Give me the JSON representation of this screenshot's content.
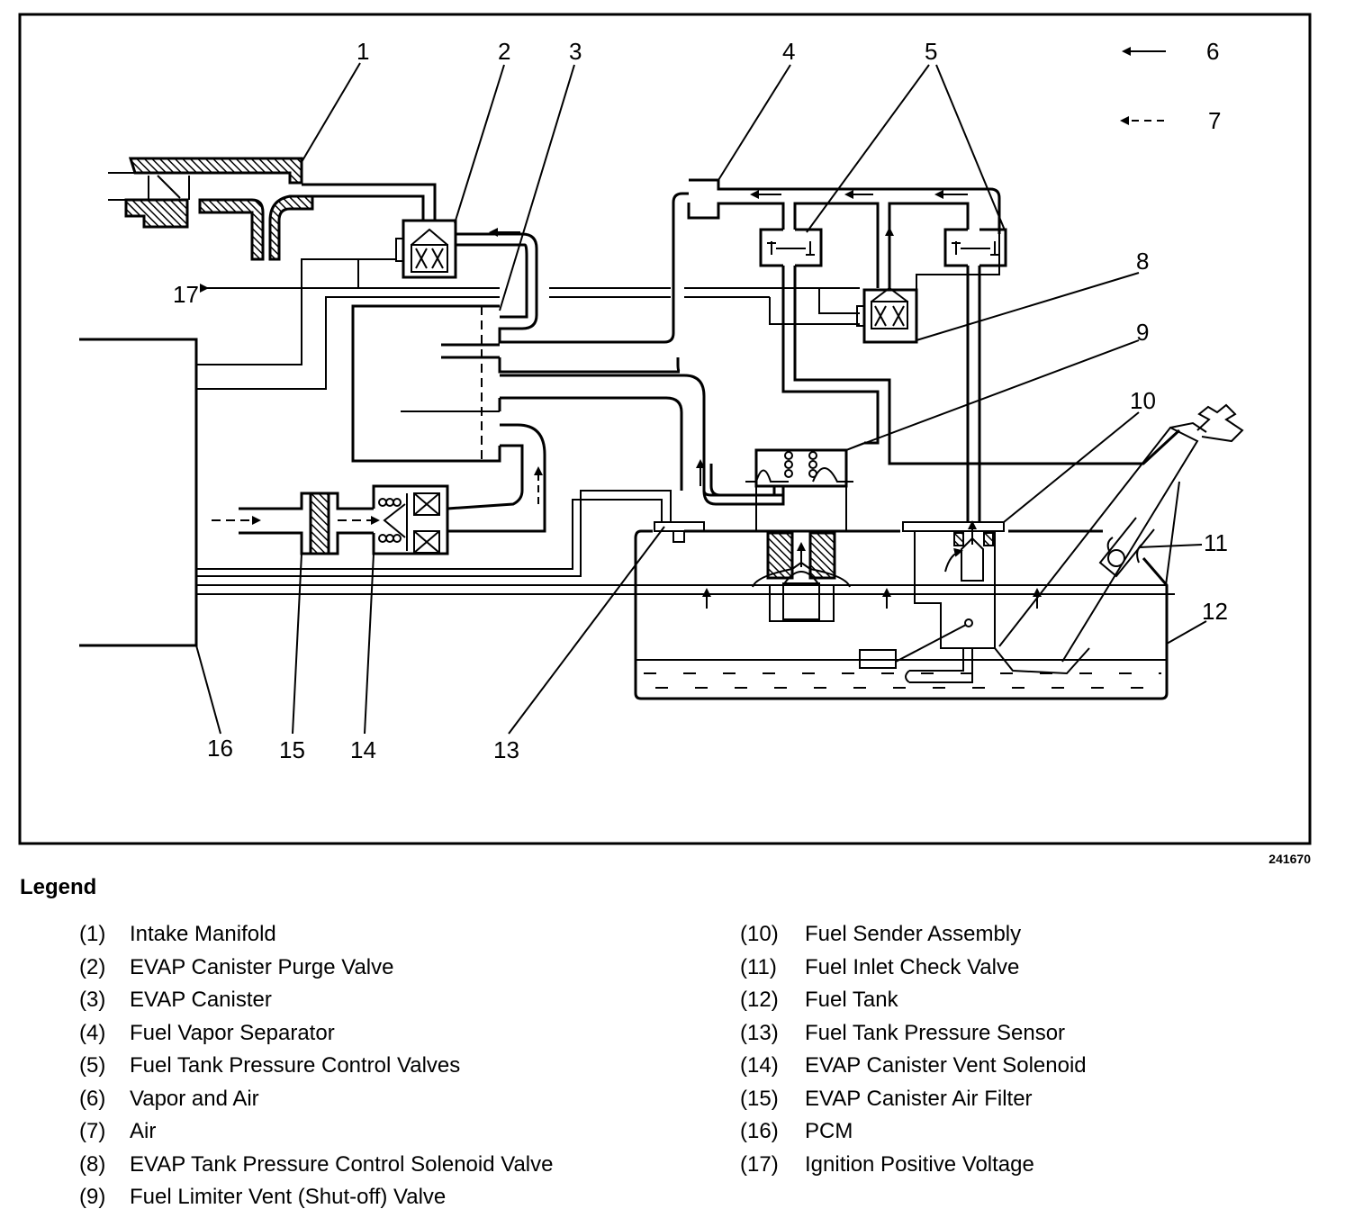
{
  "diagram": {
    "title": "EVAP System Schematic",
    "figure_id": "241670",
    "flow_key": [
      {
        "callout": "6",
        "line_style": "solid-arrow",
        "meaning": "Vapor and Air"
      },
      {
        "callout": "7",
        "line_style": "dashed-arrow",
        "meaning": "Air"
      }
    ],
    "callouts": [
      "1",
      "2",
      "3",
      "4",
      "5",
      "6",
      "7",
      "8",
      "9",
      "10",
      "11",
      "12",
      "13",
      "14",
      "15",
      "16",
      "17"
    ],
    "colors": {
      "ink": "#000000",
      "paper": "#ffffff"
    }
  },
  "legend": {
    "title": "Legend",
    "items": [
      {
        "num": "(1)",
        "label": "Intake Manifold"
      },
      {
        "num": "(2)",
        "label": "EVAP Canister Purge Valve"
      },
      {
        "num": "(3)",
        "label": "EVAP Canister"
      },
      {
        "num": "(4)",
        "label": "Fuel Vapor Separator"
      },
      {
        "num": "(5)",
        "label": "Fuel Tank Pressure Control Valves"
      },
      {
        "num": "(6)",
        "label": "Vapor and Air"
      },
      {
        "num": "(7)",
        "label": "Air"
      },
      {
        "num": "(8)",
        "label": "EVAP Tank Pressure Control Solenoid Valve"
      },
      {
        "num": "(9)",
        "label": "Fuel Limiter Vent (Shut-off) Valve"
      },
      {
        "num": "(10)",
        "label": "Fuel Sender Assembly"
      },
      {
        "num": "(11)",
        "label": "Fuel Inlet Check Valve"
      },
      {
        "num": "(12)",
        "label": "Fuel Tank"
      },
      {
        "num": "(13)",
        "label": "Fuel Tank Pressure Sensor"
      },
      {
        "num": "(14)",
        "label": "EVAP Canister Vent Solenoid"
      },
      {
        "num": "(15)",
        "label": "EVAP Canister Air Filter"
      },
      {
        "num": "(16)",
        "label": "PCM"
      },
      {
        "num": "(17)",
        "label": "Ignition Positive Voltage"
      }
    ]
  }
}
